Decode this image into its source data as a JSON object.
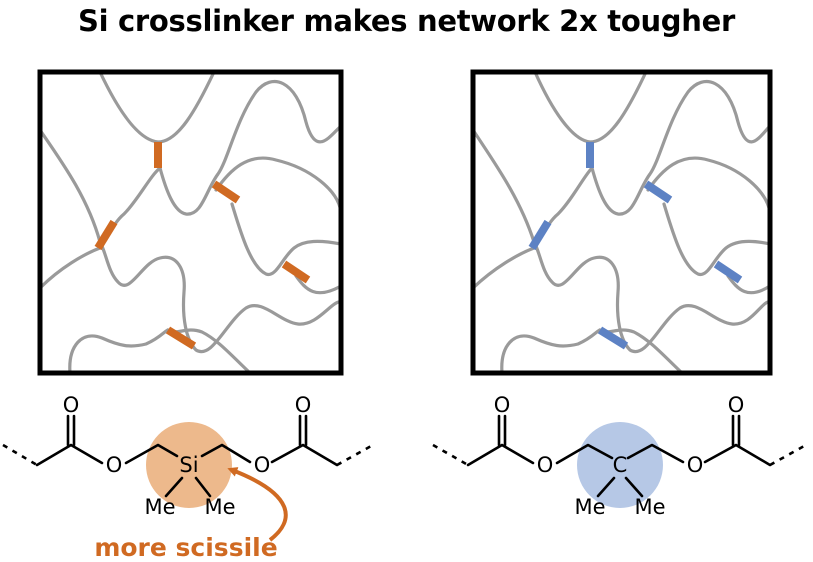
{
  "title": "Si crosslinker makes network 2x tougher",
  "colors": {
    "si_crosslink": "#d06a22",
    "c_crosslink": "#5d82c4",
    "si_highlight": "#edb98c",
    "c_highlight": "#b6c8e6",
    "annotation": "#d06a22",
    "polymer_chain": "#9a9a9a"
  },
  "left_structure": {
    "carbonyl_o_left": "O",
    "ester_o_left": "O",
    "center_atom": "Si",
    "ester_o_right": "O",
    "carbonyl_o_right": "O",
    "methyl_left": "Me",
    "methyl_right": "Me"
  },
  "right_structure": {
    "carbonyl_o_left": "O",
    "ester_o_left": "O",
    "center_atom": "C",
    "ester_o_right": "O",
    "carbonyl_o_right": "O",
    "methyl_left": "Me",
    "methyl_right": "Me"
  },
  "annotation": "more scissile"
}
